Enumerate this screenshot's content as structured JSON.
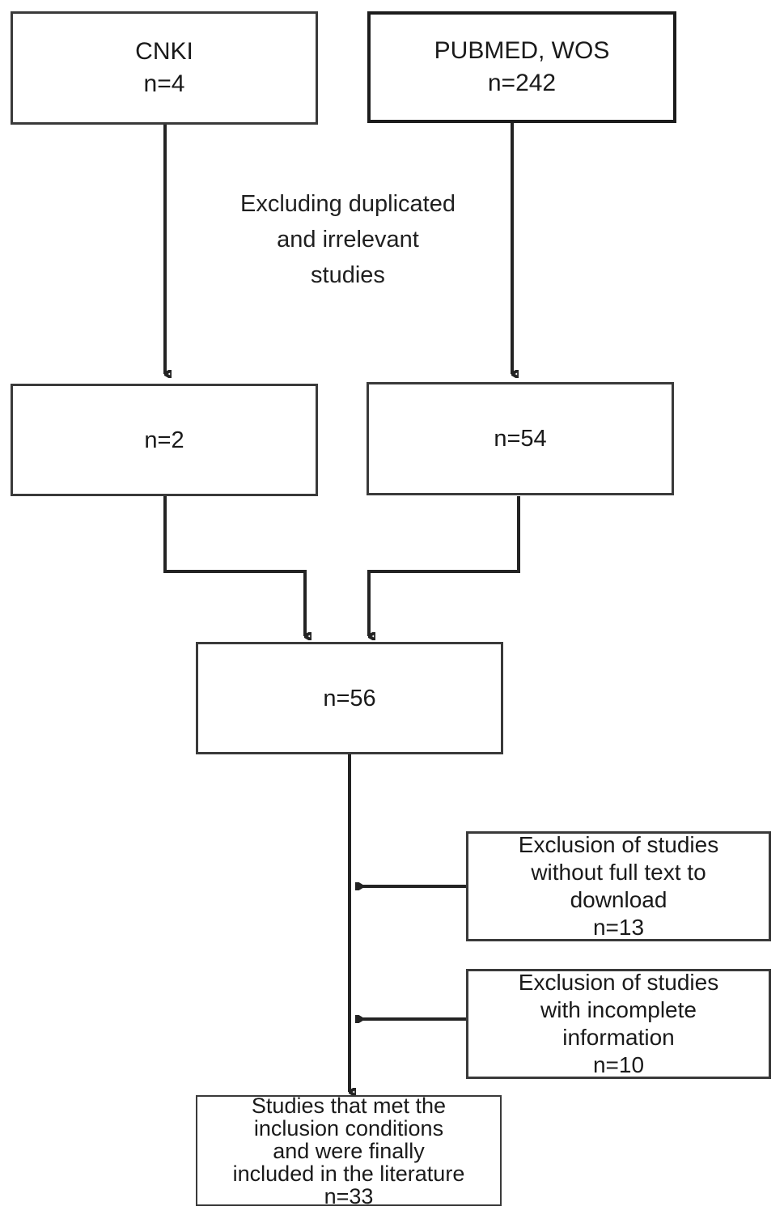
{
  "diagram": {
    "title": "Literature screening flow diagram",
    "background_color": "#ffffff",
    "line_color": "#232323",
    "text_color": "#1a1a1a"
  },
  "nodes": {
    "source_cnki": {
      "label": "CNKI\nn=4",
      "name": "CNKI",
      "count": "n=4"
    },
    "source_pubmed_wos": {
      "label": "PUBMED, WOS\nn=242",
      "name": "PUBMED, WOS",
      "count": "n=242"
    },
    "screened_cnki": {
      "label": "n=2",
      "count": "n=2"
    },
    "screened_pubmed_wos": {
      "label": "n=54",
      "count": "n=54"
    },
    "combined": {
      "label": "n=56",
      "count": "n=56"
    },
    "exclusion_no_full_text": {
      "label": "Exclusion of studies\nwithout full text to\ndownload\nn=13",
      "count": "n=13"
    },
    "exclusion_incomplete": {
      "label": "Exclusion of studies\nwith incomplete\ninformation\nn=10",
      "count": "n=10"
    },
    "included_final": {
      "label": "Studies that met the\ninclusion conditions\nand were finally\nincluded in the literature\nn=33",
      "count": "n=33"
    }
  },
  "annotations": {
    "exclude_duplicates": "Excluding duplicated\nand irrelevant\nstudies"
  }
}
